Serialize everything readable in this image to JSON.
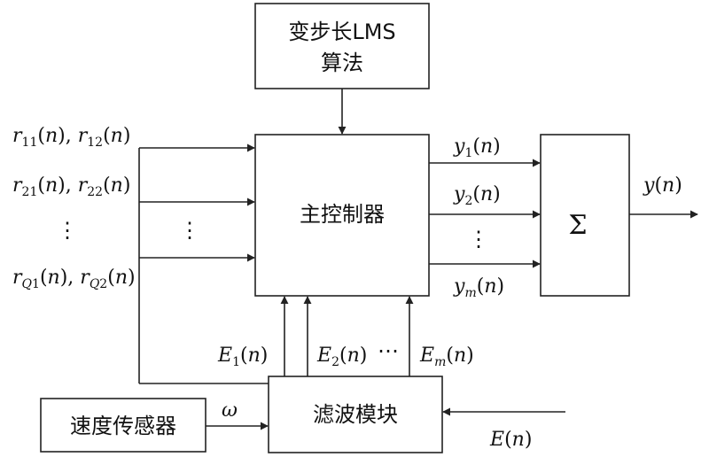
{
  "blocks": {
    "lms": {
      "line1": "变步长LMS",
      "line2": "算法"
    },
    "controller": "主控制器",
    "sum": "Σ",
    "filter": "滤波模块",
    "sensor": "速度传感器"
  },
  "inputs": {
    "r1": "r11(n), r12(n)",
    "r2": "r21(n), r22(n)",
    "rQ": "rQ1(n), rQ2(n)",
    "dots": "⋮",
    "mid_dots": "⋮"
  },
  "outputs": {
    "y1": "y1(n)",
    "y2": "y2(n)",
    "ym": "ym(n)",
    "dots": "⋮",
    "y": "y(n)"
  },
  "errors": {
    "e1": "E1(n)",
    "e2": "E2(n)",
    "ellipsis": "⋯",
    "em": "Em(n)",
    "E": "E(n)"
  },
  "omega": "ω"
}
